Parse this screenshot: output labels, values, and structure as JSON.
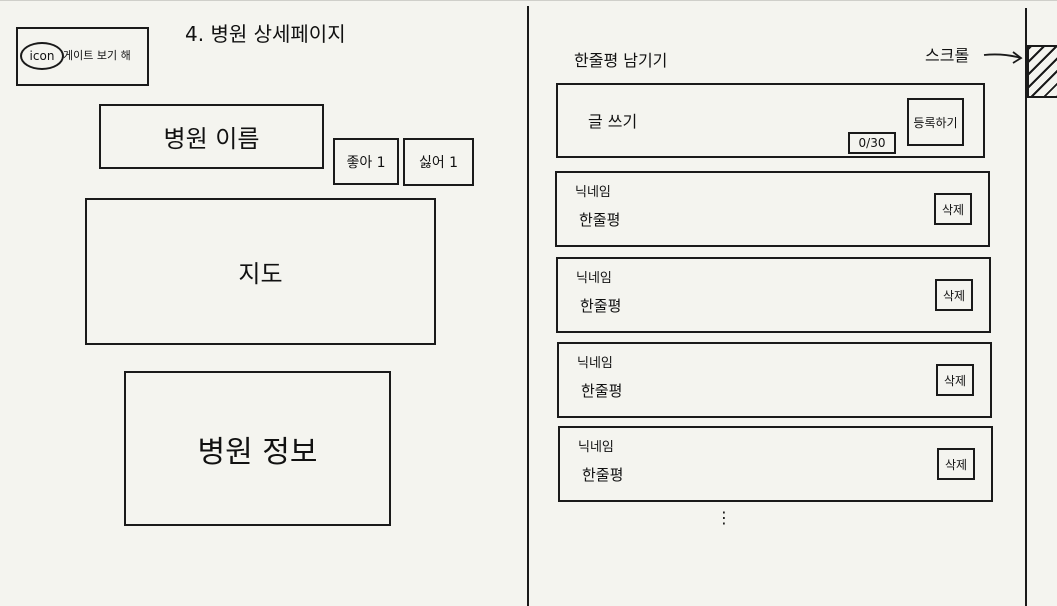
{
  "page_title": "4. 병원 상세페이지",
  "header": {
    "icon_label": "icon",
    "nav_text": "게이트 보기 해"
  },
  "hospital": {
    "name": "병원 이름",
    "like_label": "좋아 1",
    "dislike_label": "싫어 1",
    "map_label": "지도",
    "info_label": "병원 정보"
  },
  "reviews": {
    "heading": "한줄평 남기기",
    "input_placeholder": "글 쓰기",
    "char_counter": "0/30",
    "submit_label": "등록하기",
    "delete_label": "삭제",
    "items": [
      {
        "nickname": "닉네임",
        "text": "한줄평"
      },
      {
        "nickname": "닉네임",
        "text": "한줄평"
      },
      {
        "nickname": "닉네임",
        "text": "한줄평"
      },
      {
        "nickname": "닉네임",
        "text": "한줄평"
      }
    ],
    "more_indicator": "⋮"
  },
  "scroll": {
    "label": "스크롤"
  }
}
